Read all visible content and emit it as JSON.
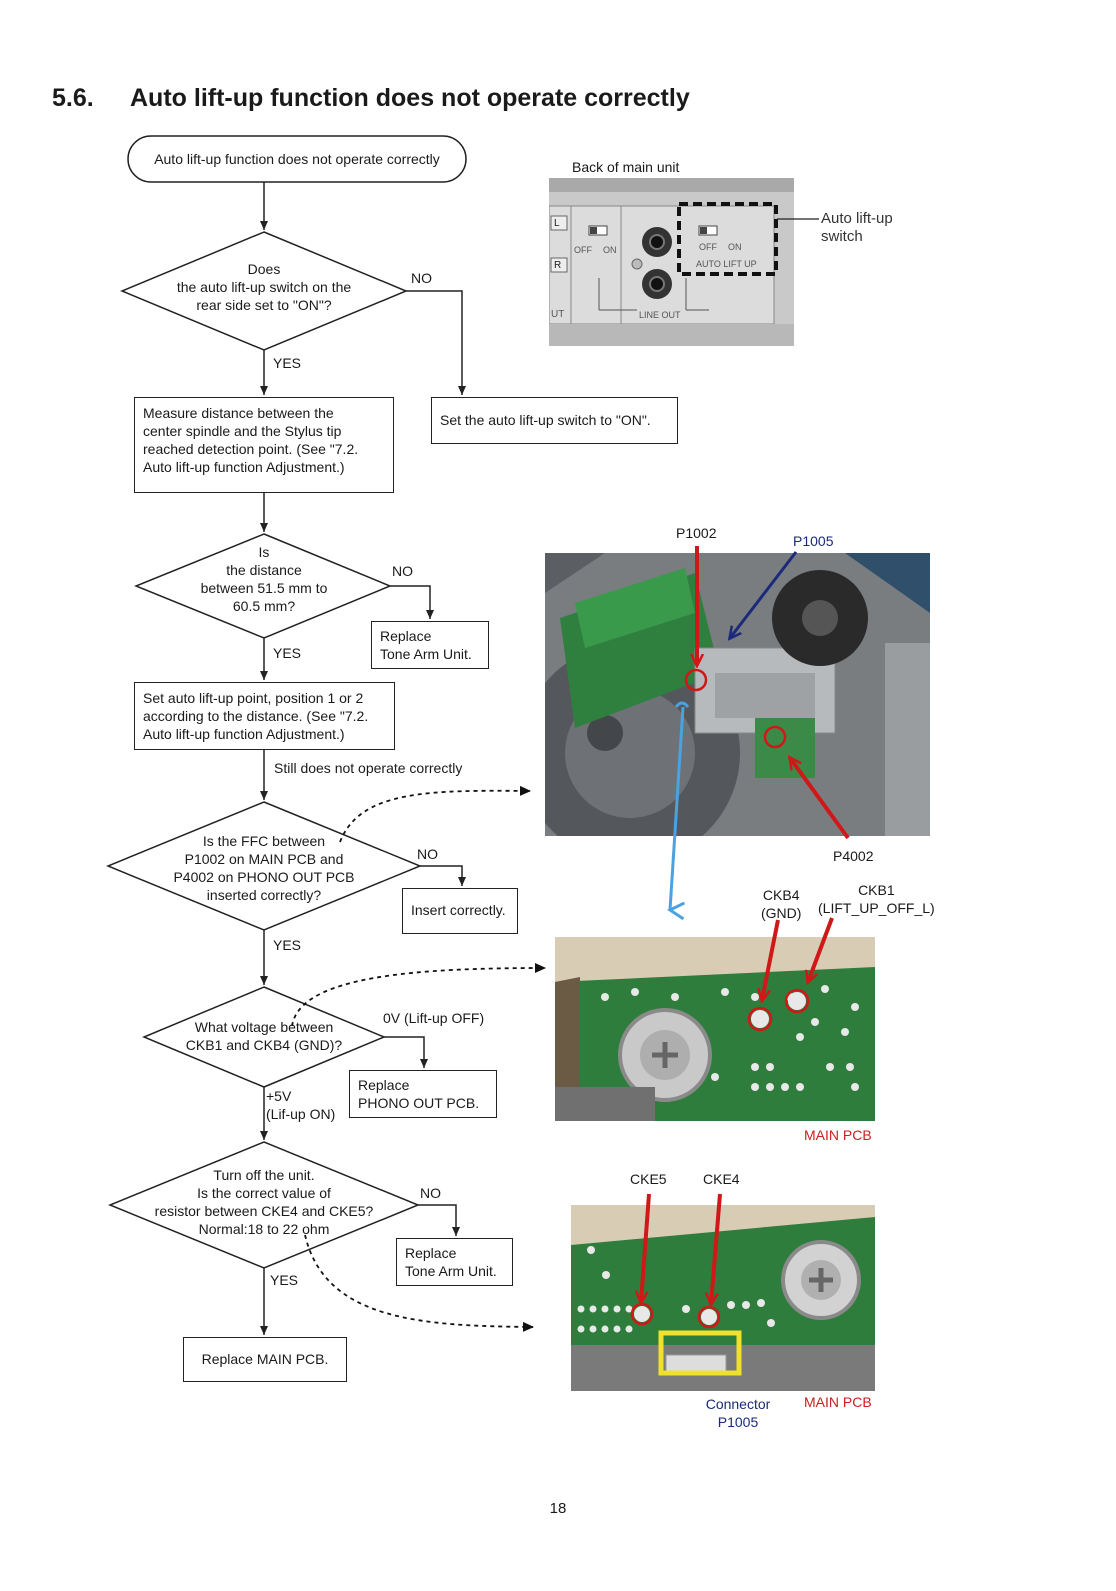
{
  "page": {
    "section_number": "5.6.",
    "section_title": "Auto lift-up function does not operate correctly",
    "page_number": "18"
  },
  "flowchart": {
    "start": "Auto lift-up function does not operate correctly",
    "decision1": "Does\nthe auto lift-up switch on the\nrear side set to \"ON\"?",
    "d1_no": "NO",
    "d1_yes": "YES",
    "action_set_switch": "Set the auto lift-up switch to \"ON\".",
    "action_measure": "Measure distance between the\ncenter spindle and the Stylus tip\nreached detection point. (See \"7.2.\nAuto lift-up function Adjustment.)",
    "decision2": "Is\nthe distance\nbetween 51.5 mm to\n60.5 mm?",
    "d2_no": "NO",
    "d2_yes": "YES",
    "action_replace_tonearm1": "Replace\nTone Arm Unit.",
    "action_set_point": "Set auto lift-up point, position 1 or 2\naccording to the distance. (See \"7.2.\nAuto lift-up function Adjustment.)",
    "still_not": "Still does not operate correctly",
    "decision3": "Is the FFC between\nP1002 on MAIN PCB and\nP4002 on PHONO OUT PCB\ninserted correctly?",
    "d3_no": "NO",
    "d3_yes": "YES",
    "action_insert": "Insert correctly.",
    "decision4": "What voltage between\nCKB1 and CKB4 (GND)?",
    "d4_off": "0V (Lift-up OFF)",
    "d4_on": "+5V\n(Lif-up ON)",
    "action_replace_phono": "Replace\nPHONO OUT PCB.",
    "decision5": "Turn off the unit.\nIs the correct value of\nresistor between CKE4 and CKE5?\nNormal:18 to 22 ohm",
    "d5_no": "NO",
    "d5_yes": "YES",
    "action_replace_tonearm2": "Replace\nTone Arm Unit.",
    "action_replace_main": "Replace MAIN PCB."
  },
  "figures": {
    "back_unit": {
      "caption": "Back of main unit",
      "switch_label": "Auto lift-up\nswitch",
      "off": "OFF",
      "on": "ON",
      "auto_lift_up": "AUTO LIFT UP",
      "line_out": "LINE OUT",
      "l": "L",
      "r": "R",
      "out": "UT"
    },
    "photo1": {
      "p1002": "P1002",
      "p1005": "P1005",
      "p4002": "P4002"
    },
    "photo2": {
      "ckb4": "CKB4\n(GND)",
      "ckb1": "CKB1\n(LIFT_UP_OFF_L)",
      "main_pcb": "MAIN PCB"
    },
    "photo3": {
      "cke5": "CKE5",
      "cke4": "CKE4",
      "connector": "Connector\nP1005",
      "main_pcb": "MAIN PCB"
    }
  }
}
